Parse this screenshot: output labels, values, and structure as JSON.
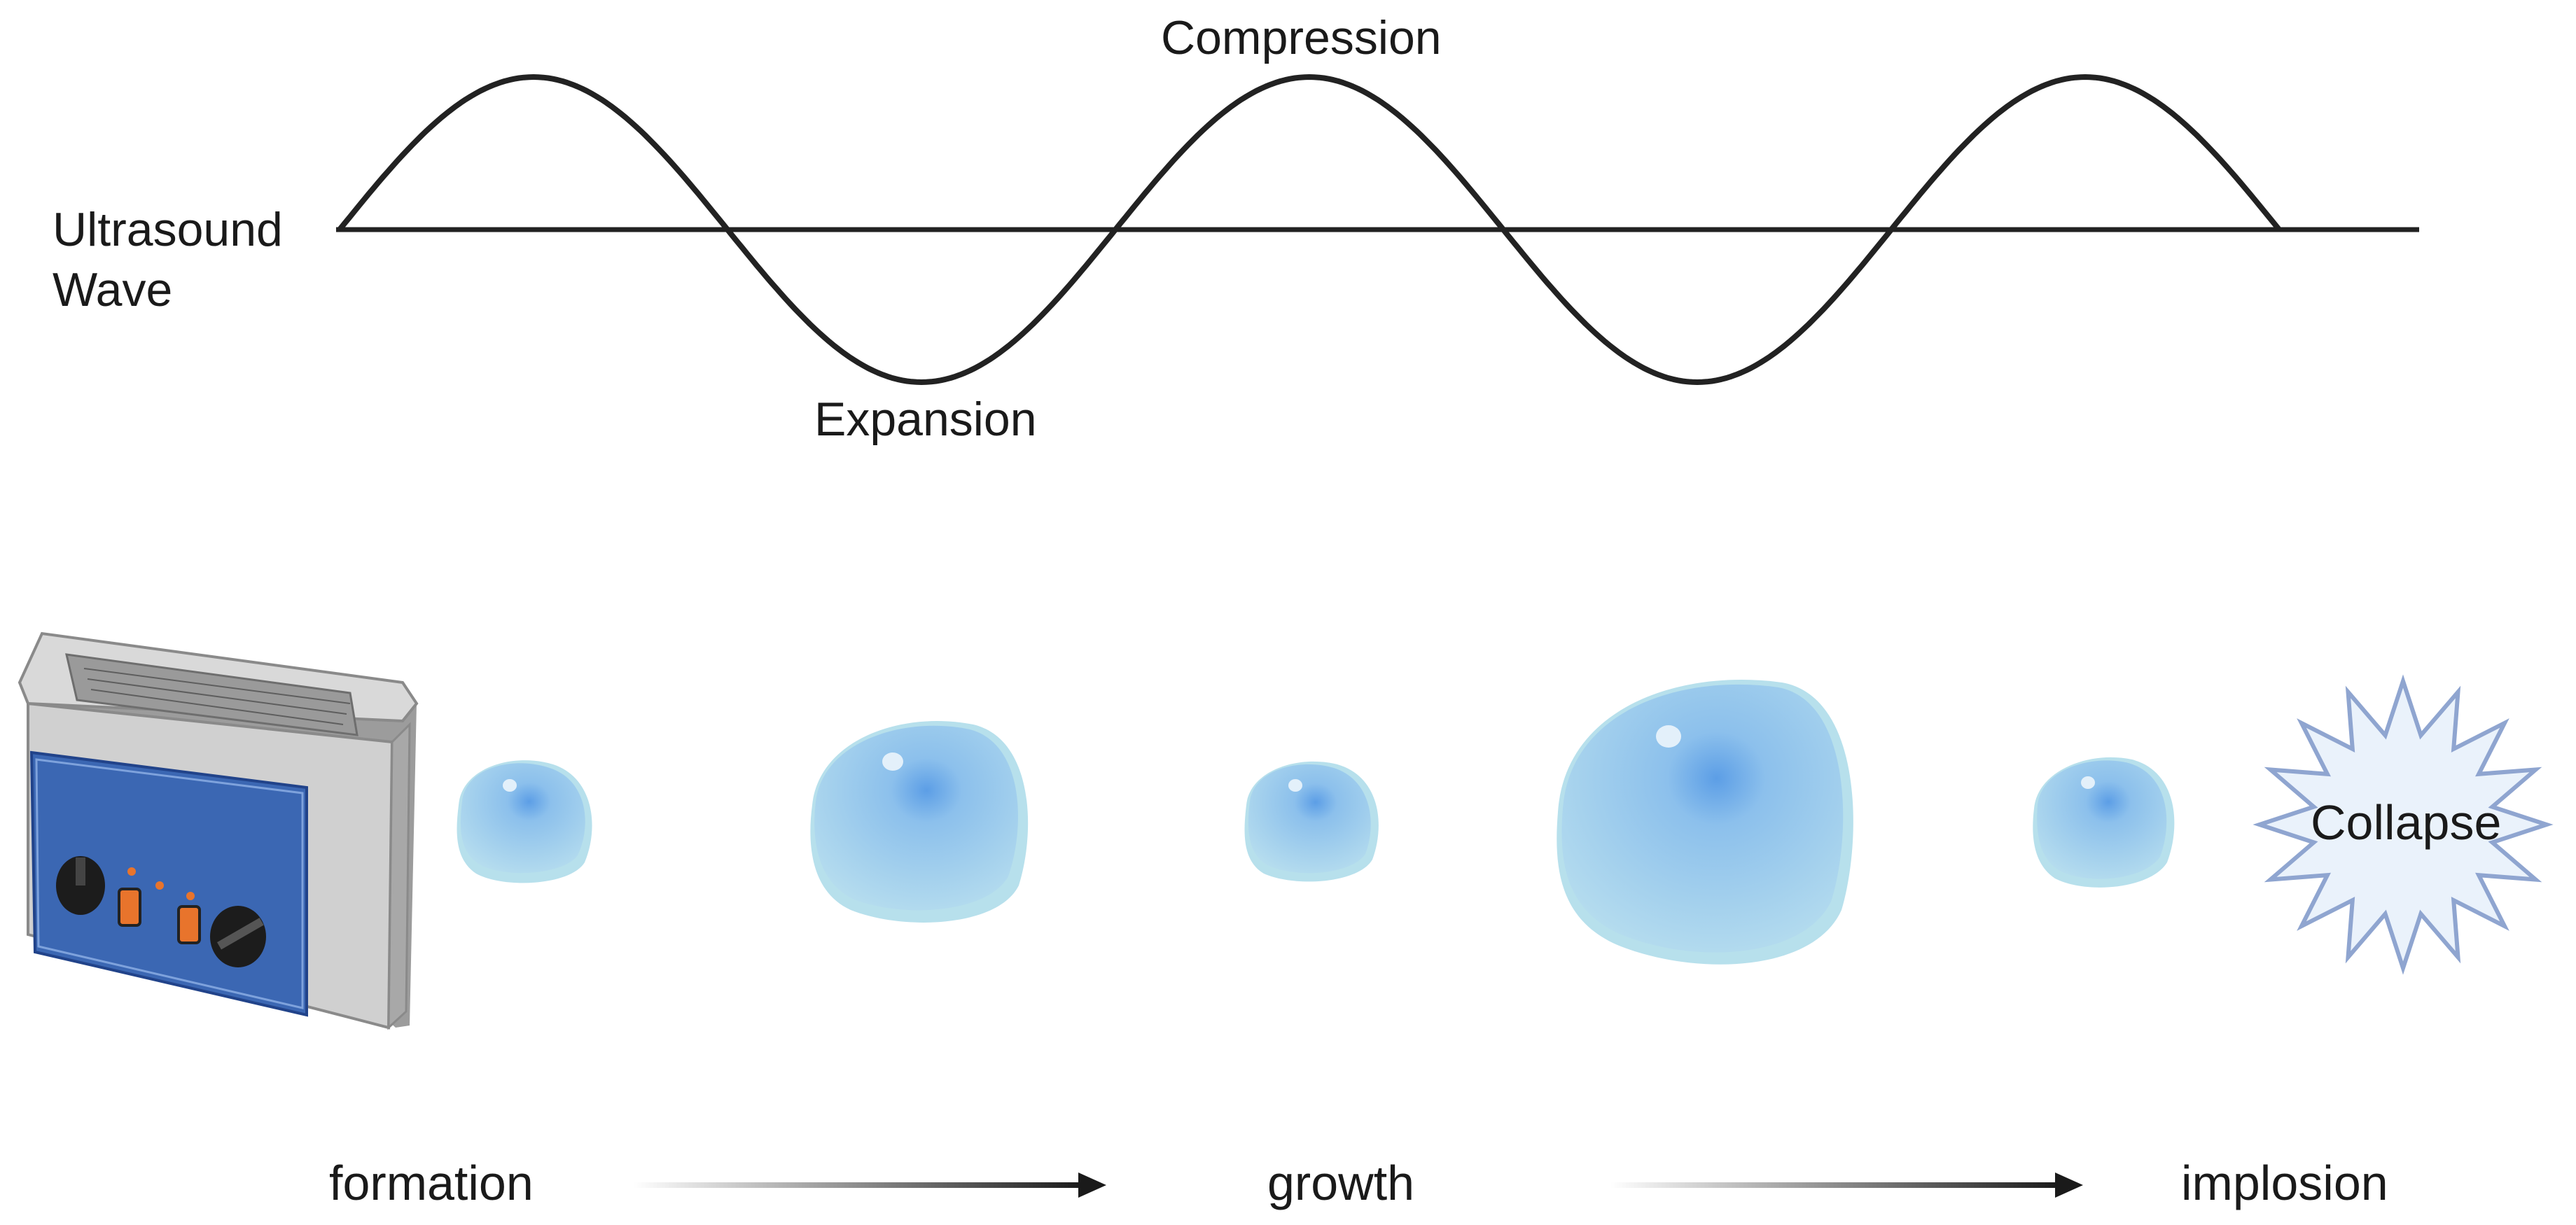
{
  "wave": {
    "label_line1": "Ultrasound",
    "label_line2": "Wave",
    "compression_label": "Compression",
    "expansion_label": "Expansion",
    "cycles": 2.5
  },
  "bubbles": [
    {
      "stage": "formation-small",
      "relative_size": 0.45
    },
    {
      "stage": "growth-medium",
      "relative_size": 0.72
    },
    {
      "stage": "recompression-small",
      "relative_size": 0.45
    },
    {
      "stage": "growth-large",
      "relative_size": 1.0
    },
    {
      "stage": "pre-collapse-small",
      "relative_size": 0.48
    }
  ],
  "collapse": {
    "label": "Collapse"
  },
  "stages": {
    "formation": "formation",
    "growth": "growth",
    "implosion": "implosion"
  },
  "colors": {
    "line": "#222222",
    "bubble_light": "#a8d4ea",
    "bubble_core": "#6aa8e8",
    "star_fill": "#eaf2fb",
    "star_stroke": "#8fa5d0",
    "bath_body": "#c9c9c9",
    "bath_panel": "#3b67b3",
    "knob": "#1c1c1c",
    "switch": "#e8742c"
  },
  "icons": {
    "device": "ultrasonic-bath-icon",
    "arrow": "right-arrow-icon"
  }
}
